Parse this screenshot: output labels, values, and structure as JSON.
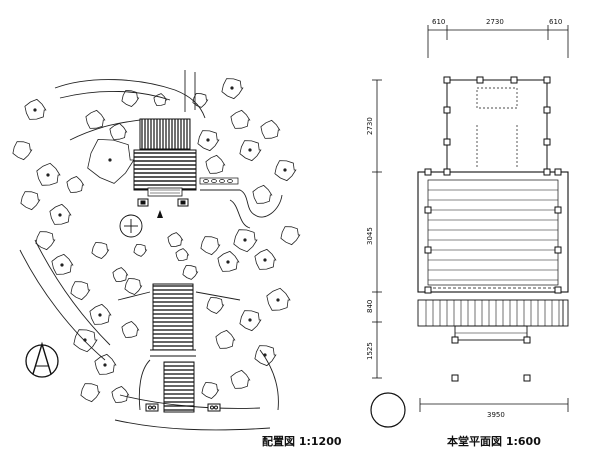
{
  "site_plan": {
    "caption": "配置図 1:1200"
  },
  "floor_plan": {
    "caption": "本堂平面図 1:600",
    "dim_top_left": "610",
    "dim_top_mid": "2730",
    "dim_top_right": "610",
    "dim_side_1": "2730",
    "dim_side_2": "3045",
    "dim_side_3": "840",
    "dim_side_4": "1525",
    "dim_bottom": "3950"
  }
}
